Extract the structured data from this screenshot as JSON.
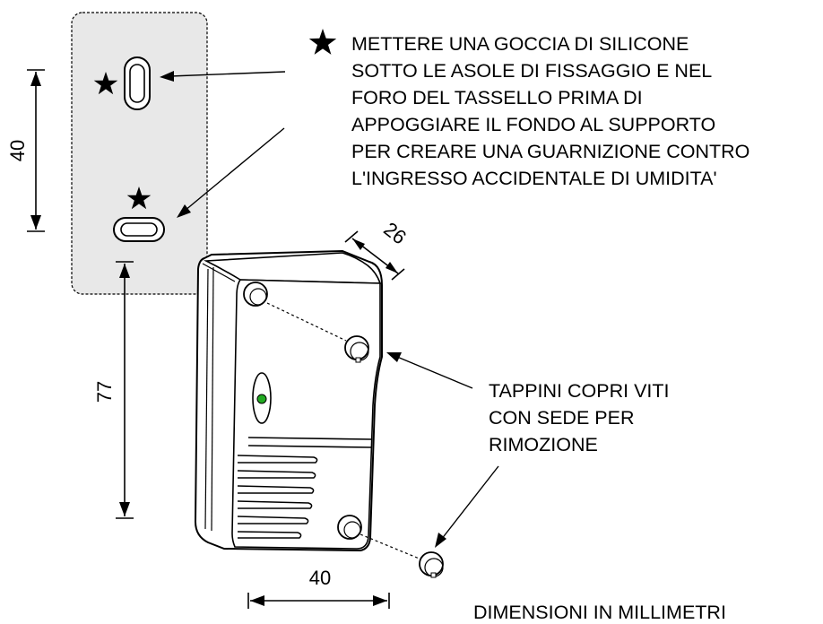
{
  "colors": {
    "plate": "#e8e8e8",
    "led": "#22aa22",
    "ink": "#000000"
  },
  "icons": {
    "star": "star-icon"
  },
  "silicone_note": {
    "lines": [
      "METTERE UNA GOCCIA DI SILICONE",
      "SOTTO LE ASOLE DI FISSAGGIO E NEL",
      "FORO DEL TASSELLO PRIMA DI",
      "APPOGGIARE IL FONDO AL SUPPORTO",
      "PER CREARE UNA GUARNIZIONE CONTRO",
      "L'INGRESSO ACCIDENTALE DI UMIDITA'"
    ]
  },
  "caps_note": {
    "lines": [
      "TAPPINI COPRI VITI",
      "CON SEDE PER",
      "RIMOZIONE"
    ]
  },
  "dimensions": {
    "slot_spacing": "40",
    "height": "77",
    "depth": "26",
    "width": "40"
  },
  "units_note": "DIMENSIONI IN MILLIMETRI"
}
